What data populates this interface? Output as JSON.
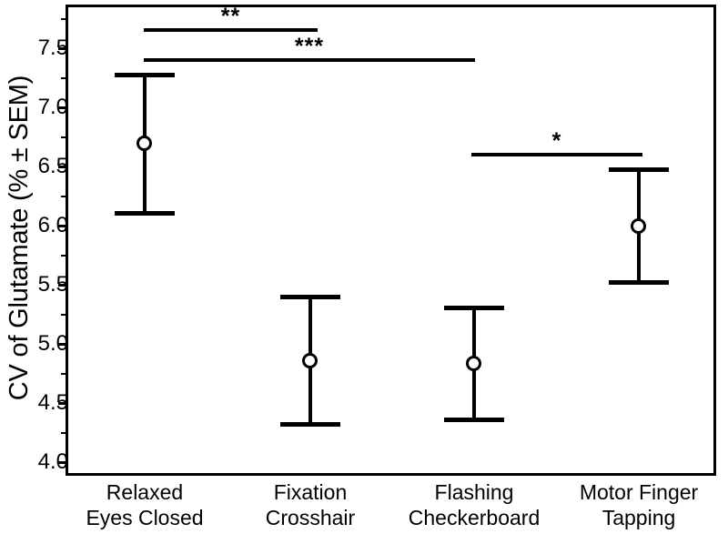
{
  "chart_data": {
    "type": "scatter",
    "title": "",
    "xlabel": "",
    "ylabel": "CV of Glutamate (% ± SEM)",
    "ylim": [
      3.85,
      7.82
    ],
    "yticks": [
      4.0,
      4.5,
      5.0,
      5.5,
      6.0,
      6.5,
      7.0,
      7.5
    ],
    "ytick_labels": [
      "4.0",
      "4.5",
      "5.0",
      "5.5",
      "6.0",
      "6.5",
      "7.0",
      "7.5"
    ],
    "minor_ticks": true,
    "grid": false,
    "legend": null,
    "categories": [
      "Relaxed Eyes Closed",
      "Fixation Crosshair",
      "Flashing Checkerboard",
      "Motor Finger Tapping"
    ],
    "category_lines": [
      {
        "line1": "Relaxed",
        "line2": "Eyes Closed"
      },
      {
        "line1": "Fixation",
        "line2": "Crosshair"
      },
      {
        "line1": "Flashing",
        "line2": "Checkerboard"
      },
      {
        "line1": "Motor Finger",
        "line2": "Tapping"
      }
    ],
    "series": [
      {
        "name": "CV of Glutamate",
        "marker": "open-circle",
        "values": [
          6.7,
          4.86,
          4.84,
          6.0
        ],
        "error_upper": [
          7.28,
          5.4,
          5.31,
          6.48
        ],
        "error_lower": [
          6.11,
          4.32,
          4.36,
          5.52
        ],
        "sem": [
          0.59,
          0.54,
          0.47,
          0.48
        ]
      }
    ],
    "annotations": [
      {
        "label": "**",
        "from_category": "Relaxed Eyes Closed",
        "to_category": "Fixation Crosshair",
        "type": "significance-bracket"
      },
      {
        "label": "***",
        "from_category": "Relaxed Eyes Closed",
        "to_category": "Flashing Checkerboard",
        "type": "significance-bracket"
      },
      {
        "label": "*",
        "from_category": "Flashing Checkerboard",
        "to_category": "Motor Finger Tapping",
        "type": "significance-bracket"
      }
    ],
    "colors": {
      "axis": "#000000",
      "marker_edge": "#000000",
      "marker_fill": "#ffffff",
      "errorbar": "#000000",
      "background": "#ffffff"
    }
  }
}
